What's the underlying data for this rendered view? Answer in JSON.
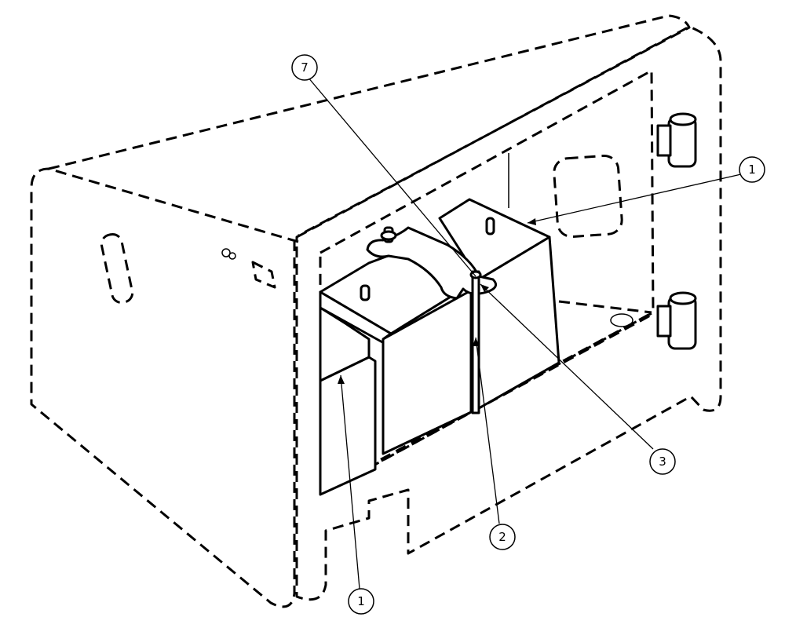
{
  "callouts": [
    {
      "id": "callout-7",
      "label": "7"
    },
    {
      "id": "callout-1-top",
      "label": "1"
    },
    {
      "id": "callout-3",
      "label": "3"
    },
    {
      "id": "callout-2",
      "label": "2"
    },
    {
      "id": "callout-1-bottom",
      "label": "1"
    }
  ],
  "colors": {
    "line": "#000000",
    "background": "#ffffff"
  }
}
